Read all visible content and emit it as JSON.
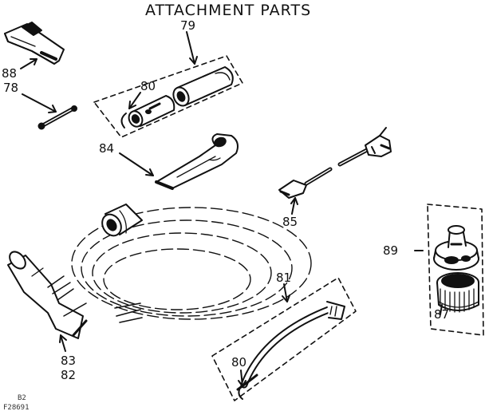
{
  "title": "ATTACHMENT PARTS",
  "labels": {
    "p79": "79",
    "p88": "88",
    "p78": "78",
    "p80_top": "80",
    "p84": "84",
    "p85": "85",
    "p89": "89",
    "p81": "81",
    "p83": "83",
    "p82": "82",
    "p80_bottom": "80",
    "p87": "87"
  },
  "footer": {
    "line1": "B2",
    "line2": "F28691"
  }
}
